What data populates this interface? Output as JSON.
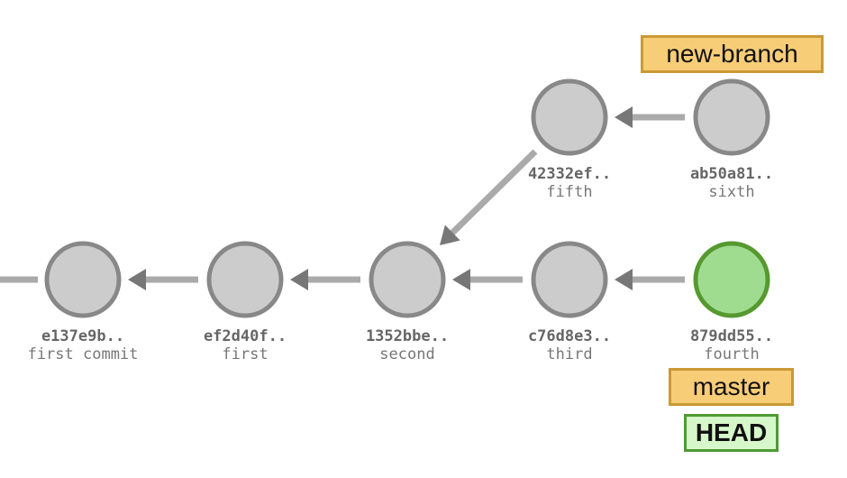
{
  "commits": [
    {
      "id": "e137e9b",
      "sha": "e137e9b..",
      "message": "first commit"
    },
    {
      "id": "ef2d40f",
      "sha": "ef2d40f..",
      "message": "first"
    },
    {
      "id": "1352bbe",
      "sha": "1352bbe..",
      "message": "second"
    },
    {
      "id": "c76d8e3",
      "sha": "c76d8e3..",
      "message": "third"
    },
    {
      "id": "879dd55",
      "sha": "879dd55..",
      "message": "fourth",
      "highlight": true
    },
    {
      "id": "42332ef",
      "sha": "42332ef..",
      "message": "fifth"
    },
    {
      "id": "ab50a81",
      "sha": "ab50a81..",
      "message": "sixth"
    }
  ],
  "parents": [
    {
      "from": "ef2d40f",
      "to": "e137e9b"
    },
    {
      "from": "1352bbe",
      "to": "ef2d40f"
    },
    {
      "from": "c76d8e3",
      "to": "1352bbe"
    },
    {
      "from": "879dd55",
      "to": "c76d8e3"
    },
    {
      "from": "42332ef",
      "to": "1352bbe"
    },
    {
      "from": "ab50a81",
      "to": "42332ef"
    }
  ],
  "refs": {
    "new_branch": "new-branch",
    "master": "master",
    "head": "HEAD"
  },
  "colors": {
    "node_fill": "#cccccc",
    "node_stroke": "#888888",
    "highlight_fill": "#a0dc90",
    "highlight_stroke": "#55992f",
    "edge": "#aaaaaa",
    "arrowhead": "#777777"
  }
}
